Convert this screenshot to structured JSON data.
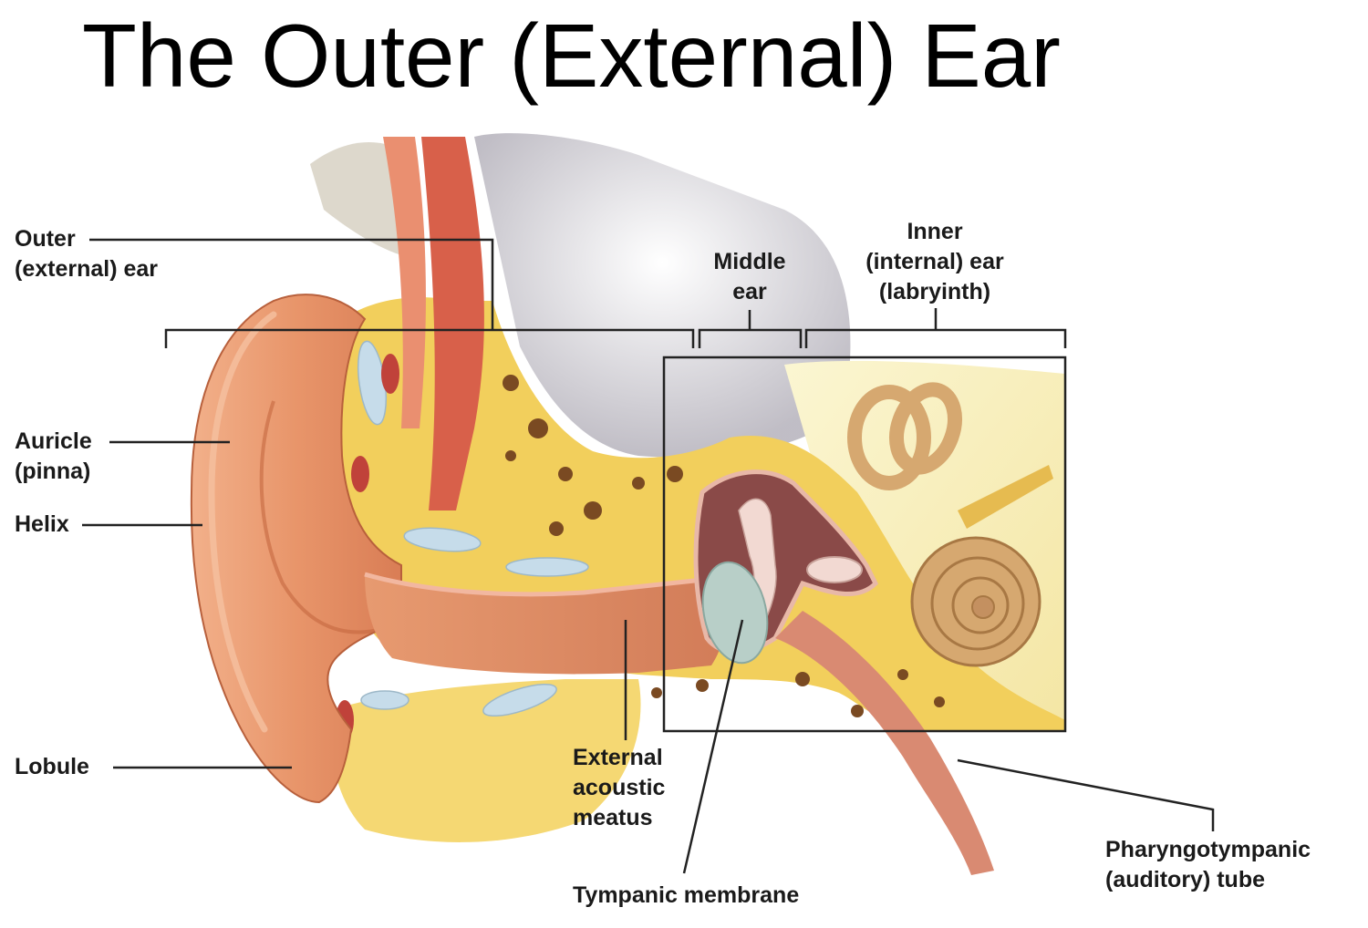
{
  "title": "The Outer (External) Ear",
  "labels": {
    "outer_ear": [
      "Outer",
      "(external) ear"
    ],
    "middle_ear": [
      "Middle",
      "ear"
    ],
    "inner_ear": [
      "Inner",
      "(internal) ear",
      "(labryinth)"
    ],
    "auricle": [
      "Auricle",
      "(pinna)"
    ],
    "helix": "Helix",
    "lobule": "Lobule",
    "external_acoustic_meatus": [
      "External",
      "acoustic",
      "meatus"
    ],
    "tympanic_membrane": "Tympanic membrane",
    "pharyngotympanic_tube": [
      "Pharyngotympanic",
      "(auditory) tube"
    ]
  },
  "colors": {
    "skin": "#e8956a",
    "skin_dark": "#c86a42",
    "canal": "#e08e66",
    "fat_yellow": "#f4d36a",
    "bone": "#e8c04a",
    "muscle": "#d8604a",
    "cartilage": "#c6dcea",
    "membrane": "#b8cfc8",
    "cavity": "#8a4a48",
    "cochlea": "#d6a870",
    "line": "#222222"
  }
}
